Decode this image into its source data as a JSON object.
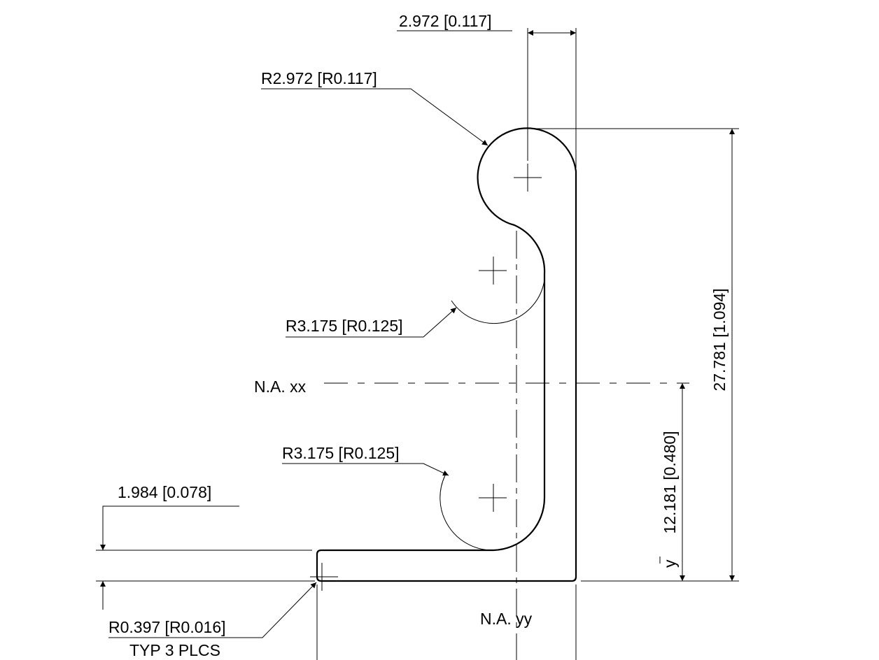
{
  "drawing": {
    "dim_top_width": "2.972 [0.117]",
    "radius_top": "R2.972 [R0.117]",
    "radius_mid": "R3.175 [R0.125]",
    "radius_low": "R3.175 [R0.125]",
    "neutral_axis_xx": "N.A. xx",
    "neutral_axis_yy": "N.A. yy",
    "dim_total_height": "27.781 [1.094]",
    "dim_centroid_y": "12.181 [0.480]",
    "centroid_symbol": "y",
    "dim_flange_thickness": "1.984 [0.078]",
    "radius_corner": "R0.397 [R0.016]",
    "radius_corner_note": "TYP 3 PLCS"
  }
}
